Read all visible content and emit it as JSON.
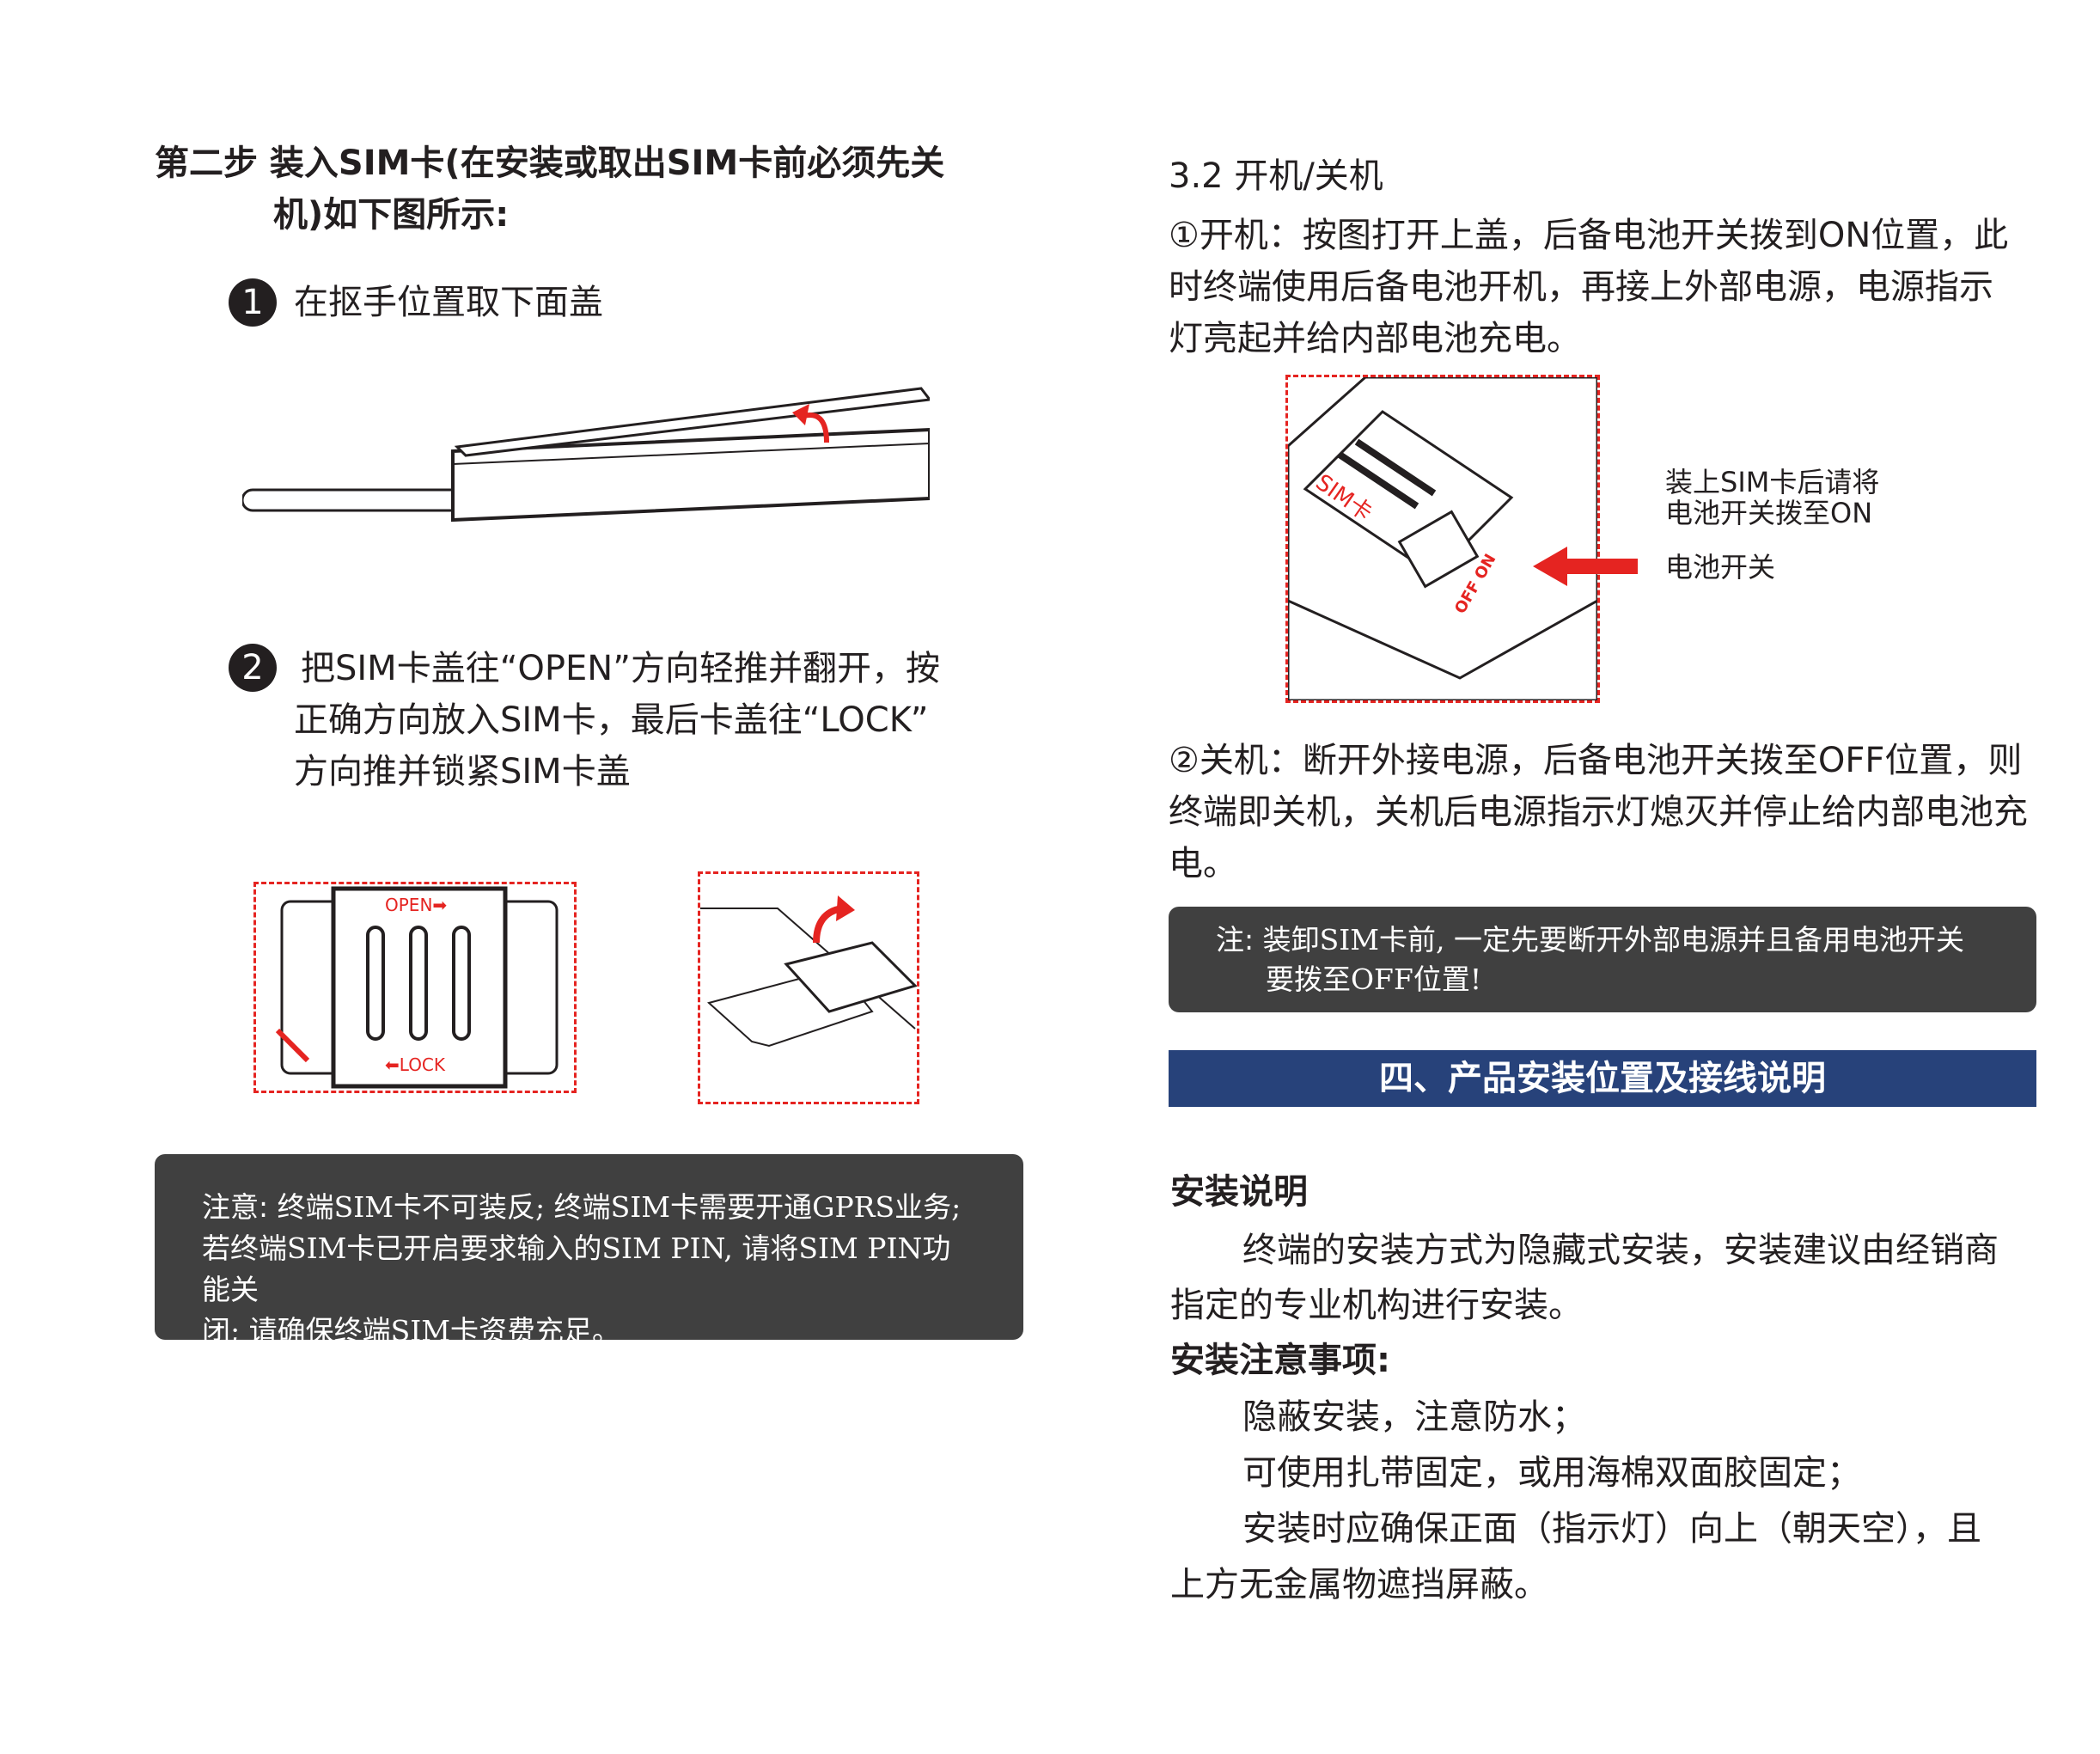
{
  "left": {
    "heading_line1": "第二步 装入SIM卡(在安装或取出SIM卡前必须先关",
    "heading_line2": "机)如下图所示:",
    "step1": {
      "number": "1",
      "text": "在抠手位置取下面盖"
    },
    "step2": {
      "number": "2",
      "lines": [
        "把SIM卡盖往“OPEN”方向轻推并翻开，按",
        "正确方向放入SIM卡，最后卡盖往“LOCK”",
        "方向推并锁紧SIM卡盖"
      ]
    },
    "diagram_labels": {
      "open": "OPEN➡",
      "lock": "⬅LOCK"
    },
    "notice": {
      "label": "注意:",
      "lines": [
        "终端SIM卡不可装反; 终端SIM卡需要开通GPRS业务;",
        "若终端SIM卡已开启要求输入的SIM PIN, 请将SIM PIN功能关",
        "闭; 请确保终端SIM卡资费充足。"
      ]
    }
  },
  "right": {
    "section_title": "3.2 开机/关机",
    "power_on_lines": [
      "①开机：按图打开上盖，后备电池开关拨到ON位置，此",
      "时终端使用后备电池开机，再接上外部电源，电源指示",
      "灯亮起并给内部电池充电。"
    ],
    "figure_labels": {
      "line1": "装上SIM卡后请将",
      "line2": "电池开关拨至ON",
      "switch": "电池开关",
      "sim": "SIM卡",
      "off_on": "OFF ON"
    },
    "power_off_lines": [
      "②关机：断开外接电源，后备电池开关拨至OFF位置，则",
      "终端即关机，关机后电源指示灯熄灭并停止给内部电池充",
      "电。"
    ],
    "note": {
      "label": "注:",
      "line1": "装卸SIM卡前, 一定先要断开外部电源并且备用电池开关",
      "line2": "要拨至OFF位置!"
    },
    "banner": "四、产品安装位置及接线说明",
    "install_title": "安装说明",
    "install_lines": [
      "终端的安装方式为隐藏式安装，安装建议由经销商",
      "指定的专业机构进行安装。"
    ],
    "caution_title": "安装注意事项:",
    "caution_lines": [
      "隐蔽安装，注意防水；",
      "可使用扎带固定，或用海棉双面胶固定；",
      "安装时应确保正面（指示灯）向上（朝天空），且",
      "上方无金属物遮挡屏蔽。"
    ]
  },
  "colors": {
    "accent_red": "#e52421",
    "banner_blue": "#27427a",
    "note_bg": "#404040"
  }
}
